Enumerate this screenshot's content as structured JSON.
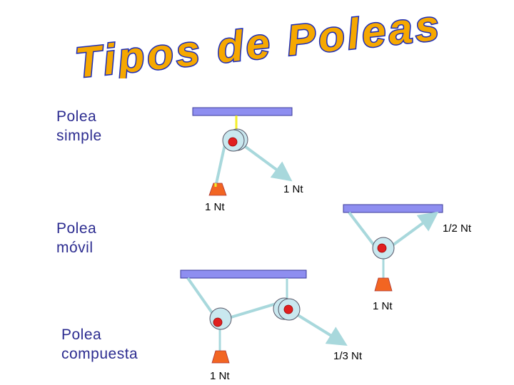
{
  "title": "Tipos de Poleas",
  "sections": {
    "simple": {
      "line1": "Polea",
      "line2": "simple"
    },
    "movil": {
      "line1": "Polea",
      "line2": "móvil"
    },
    "compuesta": {
      "line1": "Polea",
      "line2": "compuesta"
    }
  },
  "forces": {
    "simple_pull": "1 Nt",
    "simple_load": "1 Nt",
    "movil_pull": "1/2 Nt",
    "movil_load": "1 Nt",
    "compuesta_pull": "1/3 Nt",
    "compuesta_load": "1 Nt"
  },
  "colors": {
    "title_fill": "#f6a800",
    "title_stroke": "#1a2bb8",
    "label_text": "#2c2c90",
    "ceiling_bar": "#8e8ef0",
    "rope": "#a8d8dc",
    "load": "#f26522",
    "axle": "#e02020",
    "pulley": "#c9e8ef",
    "hook": "#f4ee2a"
  }
}
